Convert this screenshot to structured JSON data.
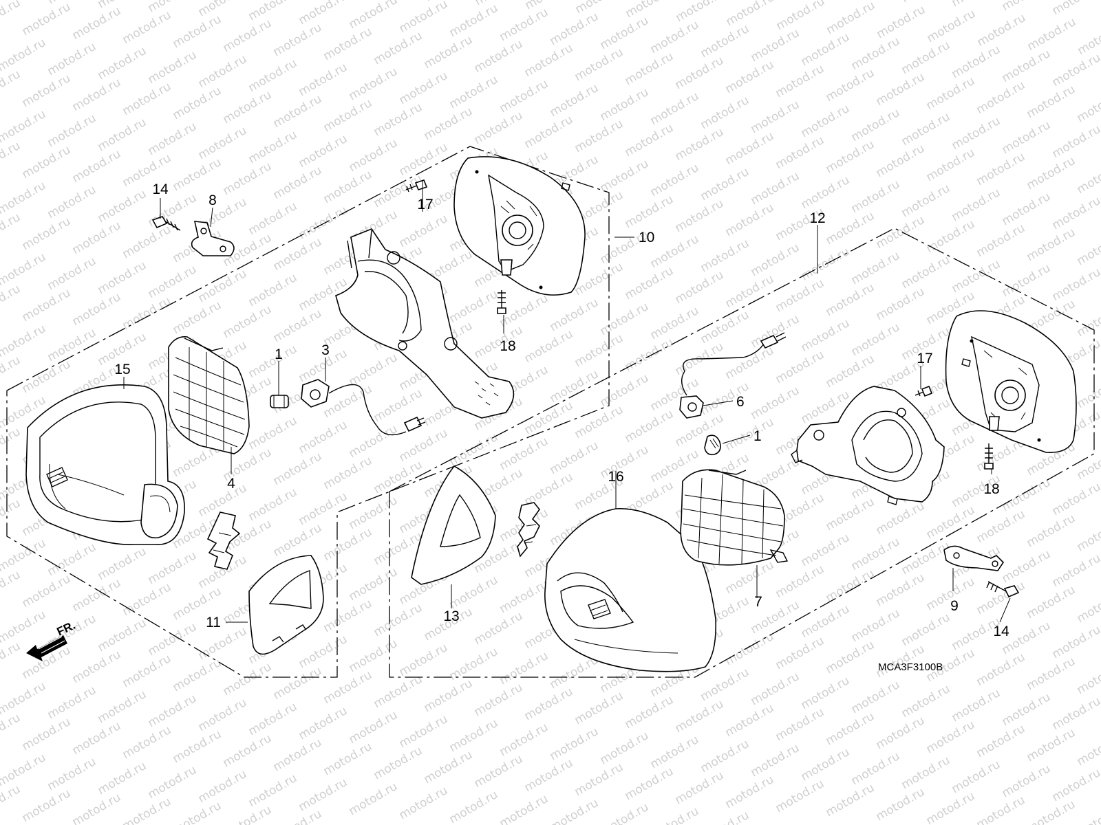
{
  "diagram_code": "MCA3F3100B",
  "direction_label": "FR.",
  "watermark": "motod.ru",
  "callouts": {
    "c14_left": "14",
    "c8": "8",
    "c17_left": "17",
    "c10": "10",
    "c18_left": "18",
    "c15": "15",
    "c1_left": "1",
    "c3": "3",
    "c4": "4",
    "c11": "11",
    "c12": "12",
    "c17_right": "17",
    "c6": "6",
    "c1_right": "1",
    "c16": "16",
    "c18_right": "18",
    "c13": "13",
    "c7": "7",
    "c9": "9",
    "c14_right": "14"
  }
}
